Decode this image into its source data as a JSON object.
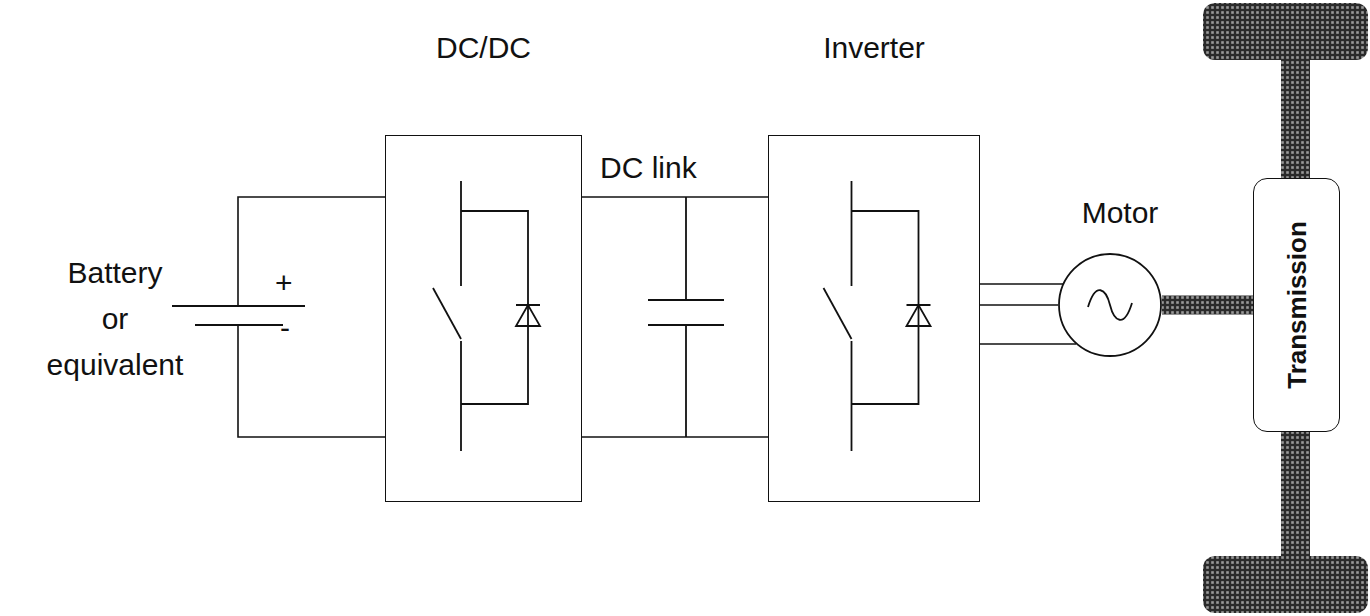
{
  "diagram": {
    "nodes": [
      {
        "text": [
          "DC/DC"
        ]
      },
      {
        "text": [
          "Inverter"
        ]
      },
      {
        "text": [
          "Motor"
        ]
      },
      {
        "text": [
          "Transmission"
        ]
      }
    ],
    "edges": [
      {
        "from": 0,
        "to": 1,
        "arrow": "none"
      },
      {
        "from": 1,
        "to": 2,
        "arrow": "none"
      },
      {
        "from": 2,
        "to": 3,
        "arrow": "none"
      }
    ],
    "labels": [
      "Battery or equivalent",
      "+",
      "-",
      "DC link"
    ]
  }
}
